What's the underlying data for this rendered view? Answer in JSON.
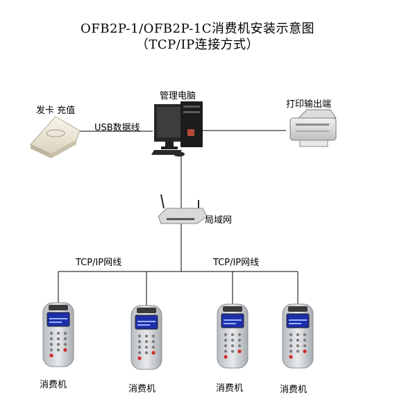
{
  "title": {
    "line1": "OFB2P-1/OFB2P-1C消费机安装示意图",
    "line2": "（TCP/IP连接方式）"
  },
  "nodes": {
    "card_reader": "发卡  充值",
    "usb_cable": "USB数据线",
    "pc": "管理电脑",
    "printer": "打印输出端",
    "router": "局域网",
    "tcp_left": "TCP/IP网线",
    "tcp_right": "TCP/IP网线"
  },
  "terminals": [
    "消费机",
    "消费机",
    "消费机",
    "消费机"
  ]
}
